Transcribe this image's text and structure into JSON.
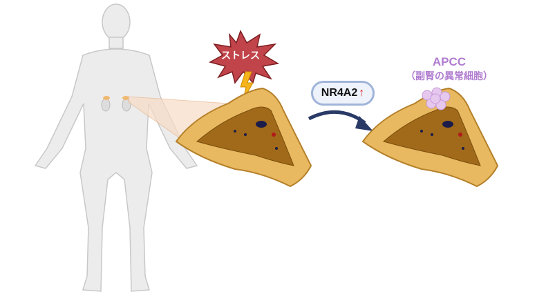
{
  "labels": {
    "stress": "ストレス",
    "gene": "NR4A2",
    "gene_arrow": "↑",
    "cell_title": "APCC",
    "cell_subtitle": "（副腎の異常細胞）"
  },
  "colors": {
    "stress_burst": "#c0444a",
    "bolt": "#f4b41a",
    "adrenal_outer": "#e8b960",
    "adrenal_inner": "#a06a1a",
    "apcc": "#e6c8ef",
    "label_purple": "#b07cd0",
    "arrow": "#2a3a66"
  }
}
